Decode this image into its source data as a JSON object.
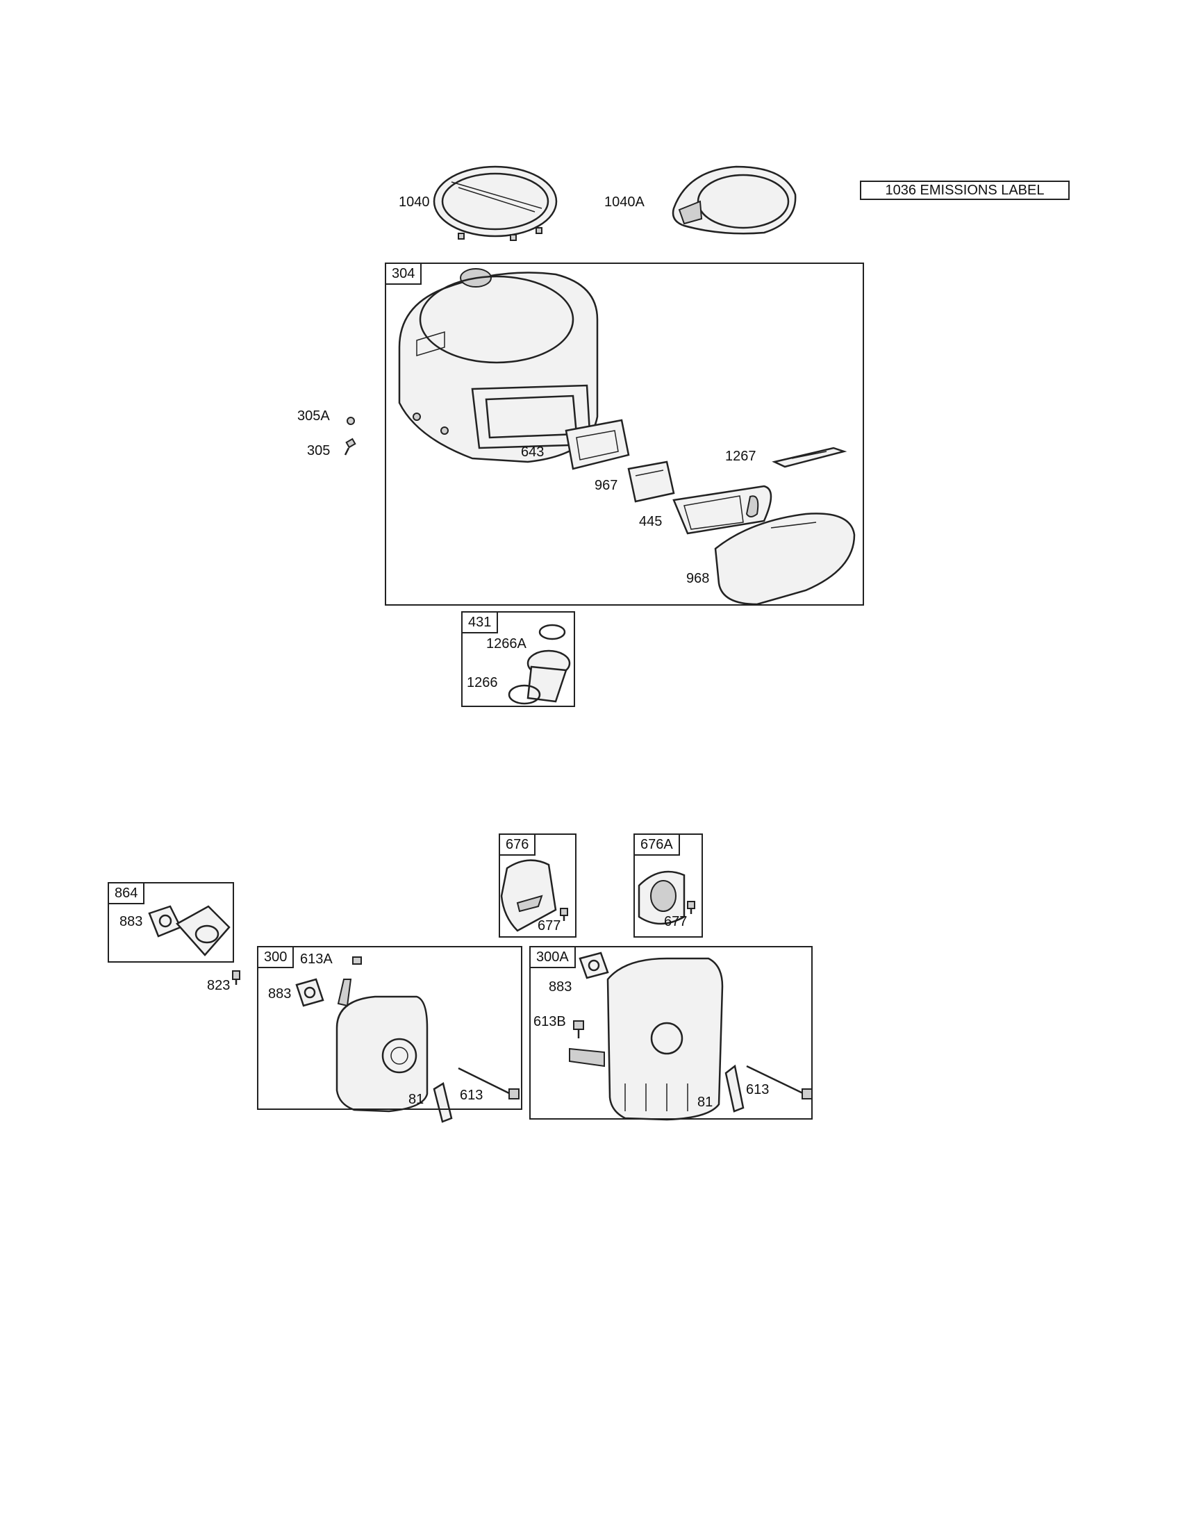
{
  "emissions_label": "1036 EMISSIONS LABEL",
  "boxes": {
    "b304": "304",
    "b431": "431",
    "b676": "676",
    "b676a": "676A",
    "b864": "864",
    "b300": "300",
    "b300a": "300A"
  },
  "callouts": {
    "c1040": "1040",
    "c1040a": "1040A",
    "c305a": "305A",
    "c305": "305",
    "c643": "643",
    "c1267": "1267",
    "c967": "967",
    "c445": "445",
    "c968": "968",
    "c1266a": "1266A",
    "c1266": "1266",
    "c883_864": "883",
    "c823": "823",
    "c677_676": "677",
    "c677_676a": "677",
    "c613a": "613A",
    "c883_300": "883",
    "c81_300": "81",
    "c613_300": "613",
    "c883_300a": "883",
    "c613b": "613B",
    "c81_300a": "81",
    "c613_300a": "613"
  },
  "icons": {
    "blower_housing": "blower-housing-icon",
    "screen_1040": "rotating-screen-icon",
    "screen_1040a": "rotating-screen-icon",
    "muffler": "muffler-icon",
    "deflector": "muffler-deflector-icon",
    "gasket": "exhaust-gasket-icon",
    "screw": "screw-icon"
  }
}
